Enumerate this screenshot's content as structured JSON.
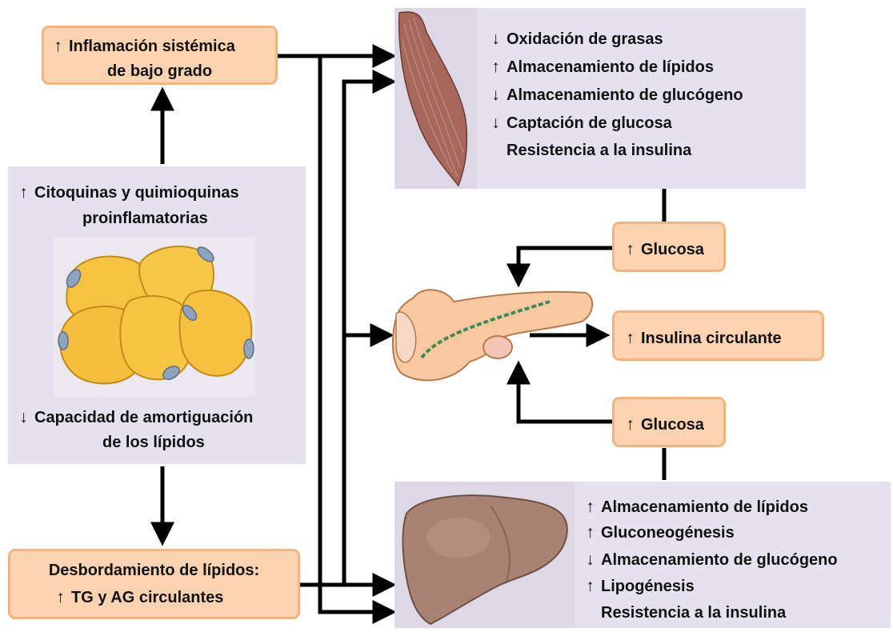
{
  "inflammation_box": {
    "arrow": "↑",
    "line1": "Inflamación sistémica",
    "line2": "de bajo grado"
  },
  "adipose_panel": {
    "top_arrow": "↑",
    "top_line1": "Citoquinas y quimioquinas",
    "top_line2": "proinflamatorias",
    "bottom_arrow": "↓",
    "bottom_line1": "Capacidad de amortiguación",
    "bottom_line2": "de los lípidos"
  },
  "lipid_box": {
    "line1": "Desbordamiento de lípidos:",
    "arrow": "↑",
    "line2": "TG y AG circulantes"
  },
  "muscle_panel": {
    "items": [
      {
        "arrow": "↓",
        "text": "Oxidación de grasas"
      },
      {
        "arrow": "↑",
        "text": "Almacenamiento de lípidos"
      },
      {
        "arrow": "↓",
        "text": "Almacenamiento de glucógeno"
      },
      {
        "arrow": "↓",
        "text": "Captación de glucosa"
      },
      {
        "arrow": "",
        "text": "Resistencia a la insulina"
      }
    ]
  },
  "glucose_top": {
    "arrow": "↑",
    "label": "Glucosa"
  },
  "insulin_box": {
    "arrow": "↑",
    "label": "Insulina circulante"
  },
  "glucose_bottom": {
    "arrow": "↑",
    "label": "Glucosa"
  },
  "liver_panel": {
    "items": [
      {
        "arrow": "↑",
        "text": "Almacenamiento de lípidos"
      },
      {
        "arrow": "↑",
        "text": "Gluconeogénesis"
      },
      {
        "arrow": "↓",
        "text": "Almacenamiento de glucógeno"
      },
      {
        "arrow": "↑",
        "text": "Lipogénesis"
      },
      {
        "arrow": "",
        "text": "Resistencia a la insulina"
      }
    ]
  },
  "colors": {
    "panel": "#e6e1ee",
    "box_fill": "#fcd3b1",
    "box_border": "#f3b47f",
    "adipocyte": "#f6c242",
    "nucleus": "#8ea3c0",
    "muscle": "#a8675b",
    "liver": "#a88374",
    "pancreas": "#f8c9a0"
  }
}
